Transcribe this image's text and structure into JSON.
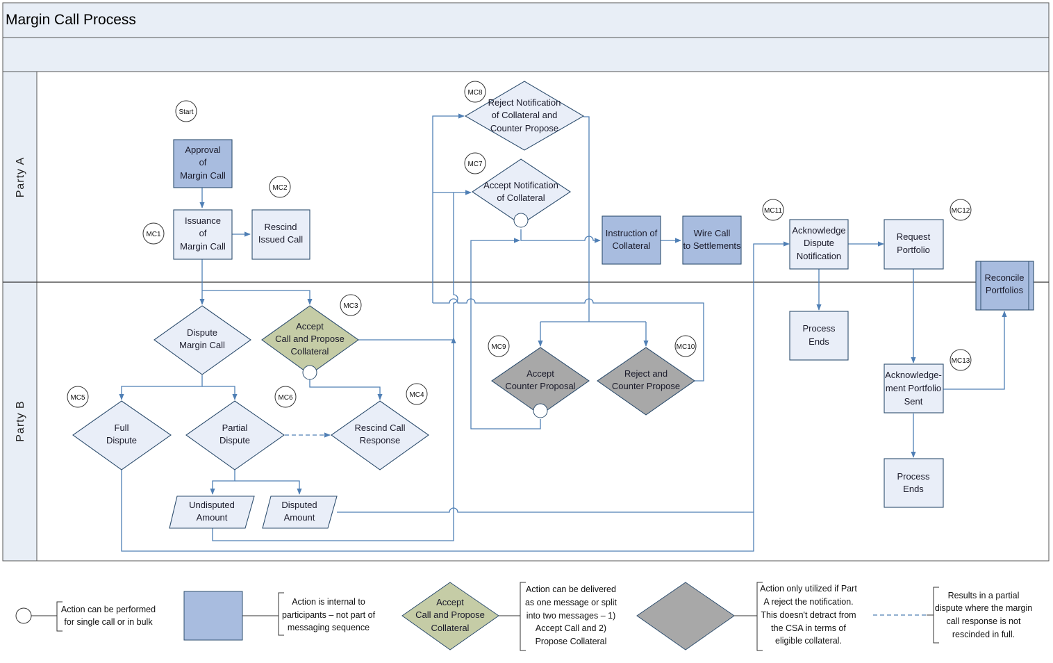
{
  "title": "Margin Call Process",
  "lanes": {
    "a": "Party A",
    "b": "Party B"
  },
  "nodes": {
    "start": "Start",
    "approval": [
      "Approval",
      "of",
      "Margin Call"
    ],
    "issuance": [
      "Issuance",
      "of",
      "Margin Call"
    ],
    "rescind_issued": [
      "Rescind",
      "Issued Call"
    ],
    "dispute": [
      "Dispute",
      "Margin Call"
    ],
    "accept_call": [
      "Accept",
      "Call and Propose",
      "Collateral"
    ],
    "full_dispute": [
      "Full",
      "Dispute"
    ],
    "partial_dispute": [
      "Partial",
      "Dispute"
    ],
    "rescind_response": [
      "Rescind Call",
      "Response"
    ],
    "undisputed": [
      "Undisputed",
      "Amount"
    ],
    "disputed": [
      "Disputed",
      "Amount"
    ],
    "reject_notification": [
      "Reject Notification",
      "of Collateral and",
      "Counter Propose"
    ],
    "accept_notification": [
      "Accept Notification",
      "of Collateral"
    ],
    "instruction": [
      "Instruction of",
      "Collateral"
    ],
    "wire_call": [
      "Wire Call",
      "to Settlements"
    ],
    "accept_counter": [
      "Accept",
      "Counter Proposal"
    ],
    "reject_counter": [
      "Reject and",
      "Counter Propose"
    ],
    "ack_dispute": [
      "Acknowledge",
      "Dispute",
      "Notification"
    ],
    "process_ends_1": [
      "Process",
      "Ends"
    ],
    "request_portfolio": [
      "Request",
      "Portfolio"
    ],
    "reconcile": [
      "Reconcile",
      "Portfolios"
    ],
    "ack_portfolio": [
      "Acknowledge-",
      "ment Portfolio",
      "Sent"
    ],
    "process_ends_2": [
      "Process",
      "Ends"
    ]
  },
  "step_labels": {
    "mc1": "MC1",
    "mc2": "MC2",
    "mc3": "MC3",
    "mc4": "MC4",
    "mc5": "MC5",
    "mc6": "MC6",
    "mc7": "MC7",
    "mc8": "MC8",
    "mc9": "MC9",
    "mc10": "MC10",
    "mc11": "MC11",
    "mc12": "MC12",
    "mc13": "MC13"
  },
  "legend": {
    "circle": [
      "Action can be performed",
      "for single call or in bulk"
    ],
    "internal": [
      "Action is internal to",
      "participants – not part of",
      "messaging sequence"
    ],
    "green_shape": [
      "Accept",
      "Call and Propose",
      "Collateral"
    ],
    "green": [
      "Action can be delivered",
      "as one message or split",
      "into two messages – 1)",
      "Accept Call and 2)",
      "Propose Collateral"
    ],
    "grey": [
      "Action only utilized if Part",
      "A reject the notification.",
      "This doesn't detract from",
      "the CSA in terms of",
      "eligible collateral."
    ],
    "dashed": [
      "Results in a partial",
      "dispute where the margin",
      "call response is not",
      "rescinded in full."
    ]
  },
  "colors": {
    "light_fill": "#e9eef8",
    "internal_fill": "#a8bcdf",
    "green_fill": "#c5cca6",
    "grey_fill": "#a8a8a8",
    "connector": "#4f7fb5",
    "header_fill": "#e8eef6"
  }
}
